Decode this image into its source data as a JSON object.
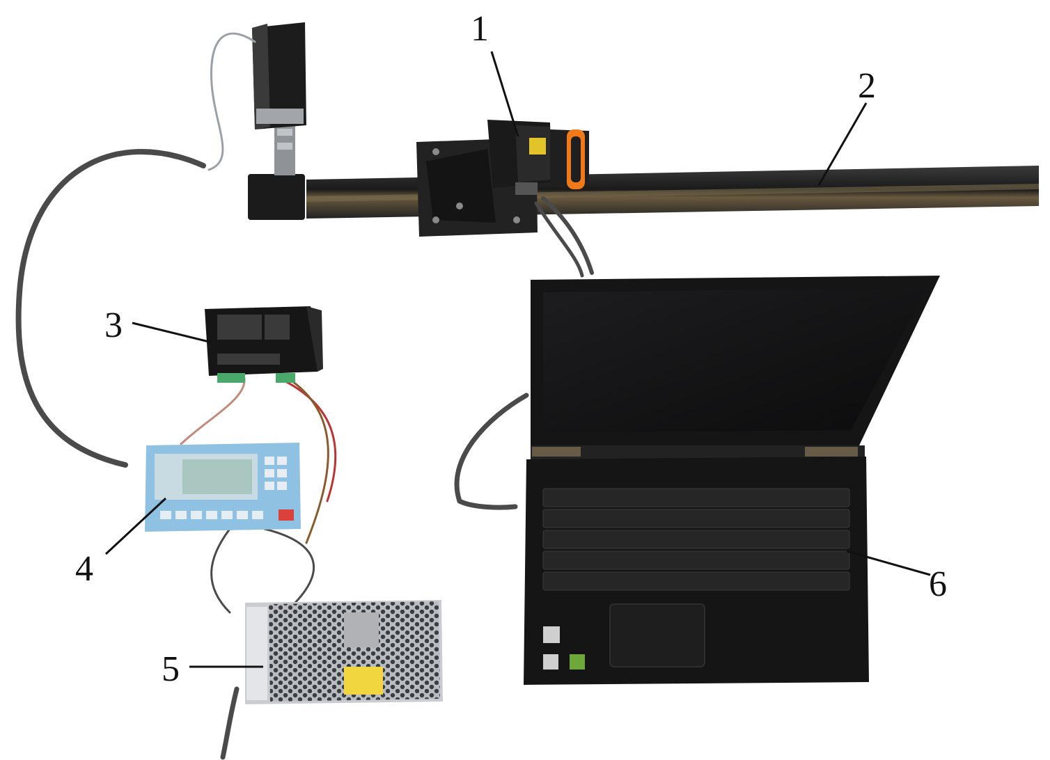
{
  "callouts": [
    {
      "id": "1",
      "text": "1",
      "component": "laser-sensor"
    },
    {
      "id": "2",
      "text": "2",
      "component": "linear-rail"
    },
    {
      "id": "3",
      "text": "3",
      "component": "stepper-driver"
    },
    {
      "id": "4",
      "text": "4",
      "component": "motion-controller"
    },
    {
      "id": "5",
      "text": "5",
      "component": "power-supply"
    },
    {
      "id": "6",
      "text": "6",
      "component": "laptop"
    }
  ],
  "colors": {
    "background": "#ffffff",
    "label": "#111111",
    "rail": "#2a2a2a",
    "motor": "#1c1c1c",
    "laptop": "#151515",
    "controller_panel": "#8fc1e3",
    "power_supply": "#c9ccd0",
    "warning_sticker": "#f2d640",
    "sensor_accent": "#f07a1a",
    "cable": "#4a4a4a"
  }
}
